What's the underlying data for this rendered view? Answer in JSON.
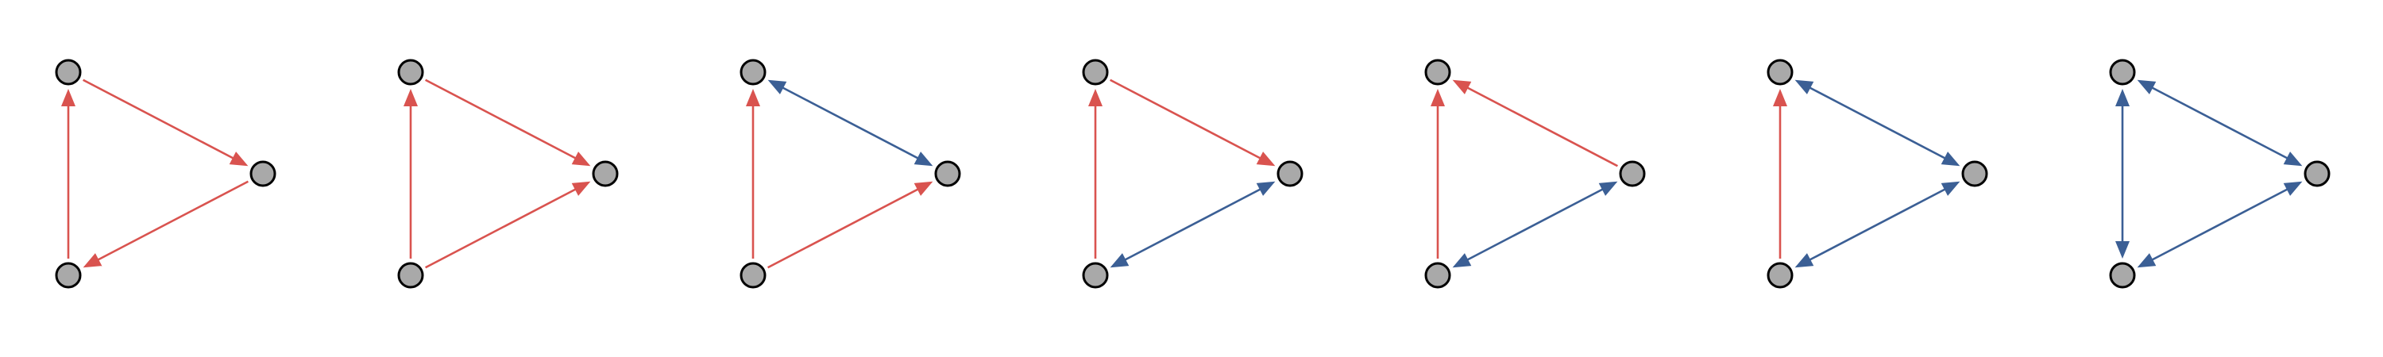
{
  "colors": {
    "red_edge": "#d9534f",
    "blue_edge": "#3b5f95",
    "node_fill": "#a9a9a9",
    "node_stroke": "#000000",
    "background": "#ffffff"
  },
  "nodes": [
    "top",
    "right",
    "bottom"
  ],
  "graphs": [
    {
      "edges": [
        {
          "from": "bottom",
          "to": "top",
          "type": "directed",
          "color": "red"
        },
        {
          "from": "top",
          "to": "right",
          "type": "directed",
          "color": "red"
        },
        {
          "from": "right",
          "to": "bottom",
          "type": "directed",
          "color": "red"
        }
      ]
    },
    {
      "edges": [
        {
          "from": "bottom",
          "to": "top",
          "type": "directed",
          "color": "red"
        },
        {
          "from": "top",
          "to": "right",
          "type": "directed",
          "color": "red"
        },
        {
          "from": "bottom",
          "to": "right",
          "type": "directed",
          "color": "red"
        }
      ]
    },
    {
      "edges": [
        {
          "from": "bottom",
          "to": "top",
          "type": "directed",
          "color": "red"
        },
        {
          "from": "top",
          "to": "right",
          "type": "bidirected",
          "color": "blue"
        },
        {
          "from": "bottom",
          "to": "right",
          "type": "directed",
          "color": "red"
        }
      ]
    },
    {
      "edges": [
        {
          "from": "bottom",
          "to": "top",
          "type": "directed",
          "color": "red"
        },
        {
          "from": "top",
          "to": "right",
          "type": "directed",
          "color": "red"
        },
        {
          "from": "bottom",
          "to": "right",
          "type": "bidirected",
          "color": "blue"
        }
      ]
    },
    {
      "edges": [
        {
          "from": "bottom",
          "to": "top",
          "type": "directed",
          "color": "red"
        },
        {
          "from": "right",
          "to": "top",
          "type": "directed",
          "color": "red"
        },
        {
          "from": "bottom",
          "to": "right",
          "type": "bidirected",
          "color": "blue"
        }
      ]
    },
    {
      "edges": [
        {
          "from": "bottom",
          "to": "top",
          "type": "directed",
          "color": "red"
        },
        {
          "from": "top",
          "to": "right",
          "type": "bidirected",
          "color": "blue"
        },
        {
          "from": "bottom",
          "to": "right",
          "type": "bidirected",
          "color": "blue"
        }
      ]
    },
    {
      "edges": [
        {
          "from": "bottom",
          "to": "top",
          "type": "bidirected",
          "color": "blue"
        },
        {
          "from": "top",
          "to": "right",
          "type": "bidirected",
          "color": "blue"
        },
        {
          "from": "bottom",
          "to": "right",
          "type": "bidirected",
          "color": "blue"
        }
      ]
    }
  ]
}
